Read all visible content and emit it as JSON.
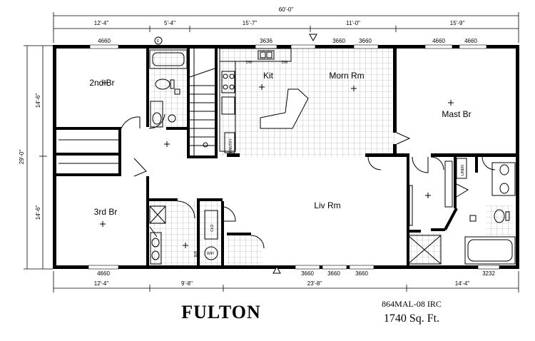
{
  "plan": {
    "overall_width": "60'-0\"",
    "overall_depth": "29'-0\"",
    "top_dims": [
      "12'-4\"",
      "5'-4\"",
      "15'-7\"",
      "11'-0\"",
      "15'-9\""
    ],
    "bottom_dims": [
      "12'-4\"",
      "9'-8\"",
      "23'-8\"",
      "14'-4\""
    ],
    "left_dims": [
      "14'-6\"",
      "14'-6\""
    ],
    "rooms": {
      "bedroom2": "2nd Br",
      "bedroom3": "3rd Br",
      "kitchen": "Kit",
      "morning_room": "Morn Rm",
      "master_bedroom": "Mast Br",
      "living_room": "Liv Rm"
    },
    "windows": {
      "top_br2": "4660",
      "top_kit": "3636",
      "top_morn_1": "3660",
      "top_morn_2": "3660",
      "top_mast_1": "4660",
      "top_mast_2": "4660",
      "bottom_br3": "4660",
      "bottom_liv_1": "3660",
      "bottom_liv_2": "3660",
      "bottom_liv_3": "3660",
      "bottom_mast": "3232"
    },
    "fixtures": {
      "dw": "DW",
      "pantry": "PANTRY",
      "linen": "LINEN",
      "clo": "CLO",
      "wh": "W/H",
      "lbr": "B/R",
      "door_e": "E"
    }
  },
  "title_block": {
    "name": "FULTON",
    "model_code": "864MAL-08 IRC",
    "area": "1740 Sq. Ft."
  }
}
